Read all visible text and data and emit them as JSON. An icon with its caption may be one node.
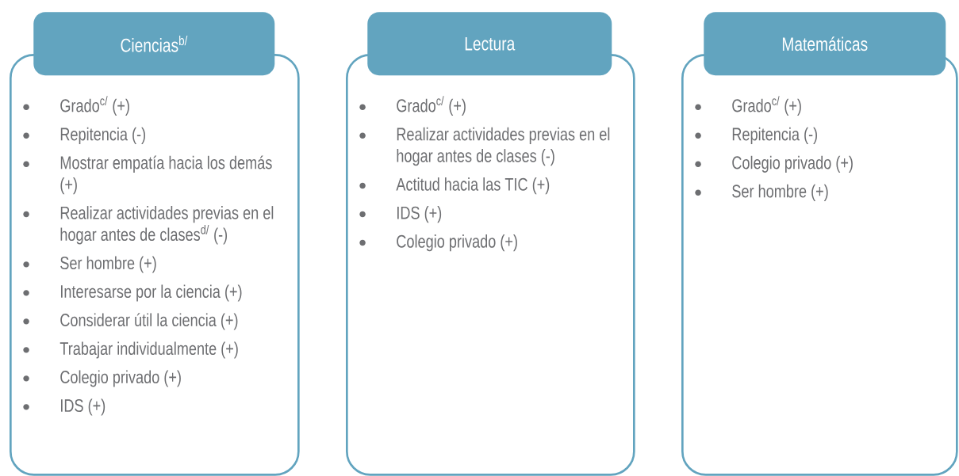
{
  "diagram": {
    "nodes": [
      {
        "text": [
          "Ciencias$^{b/}$"
        ]
      },
      {
        "text": [
          "Grado$^{c/}$ (+)",
          "Repitencia (-)",
          "Mostrar empatía hacia los demás (+)",
          "Realizar actividades previas en el hogar antes de clases$^{d/}$ (-)",
          "Ser hombre (+)",
          "Interesarse por la ciencia (+)",
          "Considerar útil la ciencia (+)",
          "Trabajar individualmente (+)",
          "Colegio privado (+)",
          "IDS (+)"
        ]
      },
      {
        "text": [
          "Lectura"
        ]
      },
      {
        "text": [
          "Grado$^{c/}$ (+)",
          "Realizar actividades previas en el hogar antes de clases (-)",
          "Actitud hacia las TIC (+)",
          "IDS (+)",
          "Colegio privado (+)"
        ]
      },
      {
        "text": [
          "Matemáticas"
        ]
      },
      {
        "text": [
          "Grado$^{c/}$ (+)",
          "Repitencia (-)",
          "Colegio privado (+)",
          "Ser hombre (+)"
        ]
      }
    ]
  }
}
